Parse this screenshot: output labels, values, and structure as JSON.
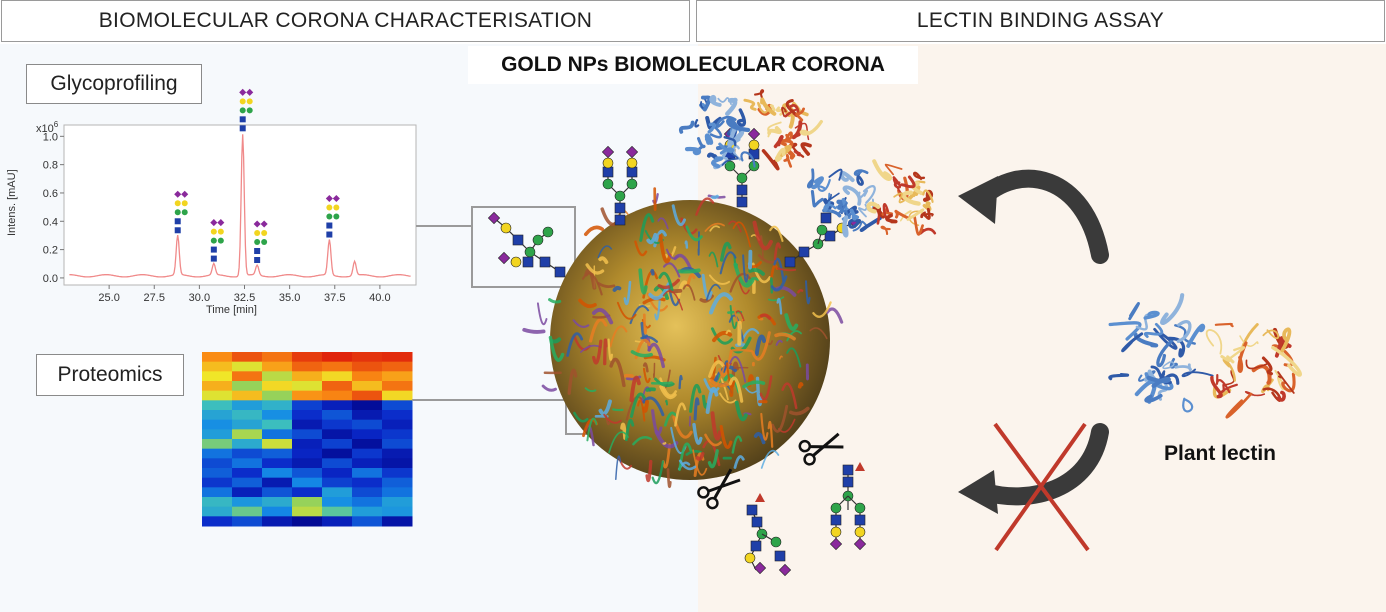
{
  "headers": {
    "left": "BIOMOLECULAR CORONA CHARACTERISATION",
    "right": "LECTIN BINDING ASSAY"
  },
  "center_title": "GOLD NPs BIOMOLECULAR CORONA",
  "glycoprofiling": {
    "label": "Glycoprofiling",
    "chart_data": {
      "type": "line",
      "xlabel": "Time [min]",
      "ylabel": "Intens. [mAU]",
      "y_multiplier": "x10",
      "y_multiplier_exp": "6",
      "xlim": [
        22.5,
        42.0
      ],
      "ylim": [
        -0.05,
        1.08
      ],
      "xticks": [
        "25.0",
        "27.5",
        "30.0",
        "32.5",
        "35.0",
        "37.5",
        "40.0"
      ],
      "yticks": [
        "0.0",
        "0.2",
        "0.4",
        "0.6",
        "0.8",
        "1.0"
      ],
      "line_color": "#f08a8a",
      "peaks": [
        {
          "x": 28.8,
          "y": 0.28
        },
        {
          "x": 30.8,
          "y": 0.08
        },
        {
          "x": 32.4,
          "y": 1.0
        },
        {
          "x": 33.2,
          "y": 0.07
        },
        {
          "x": 37.2,
          "y": 0.25
        },
        {
          "x": 38.6,
          "y": 0.1
        }
      ]
    }
  },
  "proteomics": {
    "label": "Proteomics",
    "heatmap": {
      "rows": 18,
      "cols": 7,
      "values": [
        [
          0.85,
          0.92,
          0.88,
          0.95,
          0.98,
          0.96,
          0.97
        ],
        [
          0.78,
          0.7,
          0.82,
          0.9,
          0.88,
          0.92,
          0.9
        ],
        [
          0.72,
          0.88,
          0.66,
          0.8,
          0.74,
          0.86,
          0.82
        ],
        [
          0.8,
          0.62,
          0.74,
          0.7,
          0.9,
          0.78,
          0.88
        ],
        [
          0.7,
          0.78,
          0.62,
          0.84,
          0.86,
          0.92,
          0.74
        ],
        [
          0.5,
          0.4,
          0.46,
          0.2,
          0.12,
          0.05,
          0.22
        ],
        [
          0.42,
          0.48,
          0.36,
          0.16,
          0.24,
          0.1,
          0.16
        ],
        [
          0.36,
          0.42,
          0.5,
          0.1,
          0.18,
          0.22,
          0.12
        ],
        [
          0.4,
          0.64,
          0.3,
          0.22,
          0.08,
          0.14,
          0.18
        ],
        [
          0.58,
          0.44,
          0.68,
          0.12,
          0.2,
          0.06,
          0.22
        ],
        [
          0.3,
          0.22,
          0.26,
          0.14,
          0.06,
          0.18,
          0.1
        ],
        [
          0.22,
          0.3,
          0.16,
          0.1,
          0.22,
          0.12,
          0.08
        ],
        [
          0.26,
          0.16,
          0.34,
          0.24,
          0.14,
          0.3,
          0.18
        ],
        [
          0.18,
          0.26,
          0.1,
          0.34,
          0.2,
          0.16,
          0.26
        ],
        [
          0.3,
          0.12,
          0.24,
          0.16,
          0.4,
          0.22,
          0.3
        ],
        [
          0.48,
          0.38,
          0.44,
          0.62,
          0.36,
          0.3,
          0.4
        ],
        [
          0.44,
          0.56,
          0.34,
          0.66,
          0.54,
          0.4,
          0.38
        ],
        [
          0.16,
          0.22,
          0.1,
          0.04,
          0.12,
          0.24,
          0.08
        ]
      ]
    }
  },
  "lectin": {
    "label": "Plant lectin"
  },
  "colors": {
    "left_bg": "#f6f9fc",
    "right_bg": "#fbf4ed",
    "glcnac": "#1f3fa8",
    "mannose": "#2ea44a",
    "galactose": "#f2d520",
    "sialic": "#8a2a9c",
    "fucose": "#c0392b",
    "cross": "#c0392b",
    "arrow": "#3a3a3a"
  },
  "icons": [
    "scissors-icon",
    "curved-arrow-icon",
    "cross-icon",
    "lectin-protein-icon",
    "nanoparticle-icon"
  ]
}
